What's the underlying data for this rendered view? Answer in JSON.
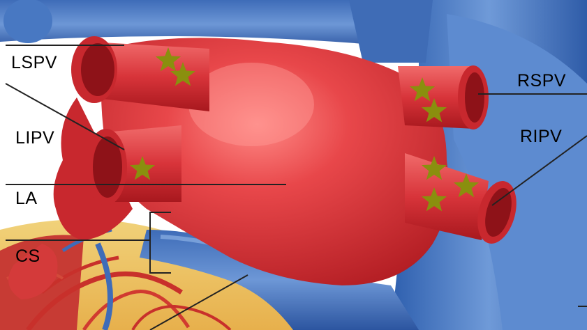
{
  "labels": {
    "lspv": "LSPV",
    "lipv": "LIPV",
    "la": "LA",
    "cs": "CS",
    "rspv": "RSPV",
    "ripv": "RIPV"
  },
  "markers": {
    "icon": "star-icon",
    "color": "#8a8f0e",
    "count": 8
  },
  "colors": {
    "atrium": "#e0353a",
    "vein": "#4f7fc4",
    "leader": "#222222"
  }
}
